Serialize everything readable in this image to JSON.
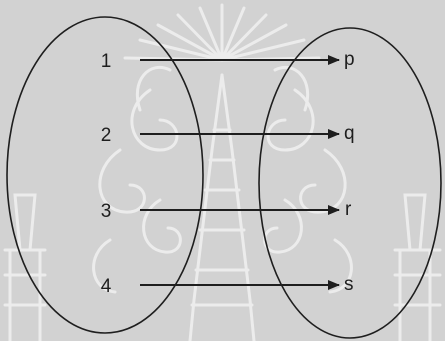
{
  "mapping": {
    "domain": [
      "1",
      "2",
      "3",
      "4"
    ],
    "codomain": [
      "p",
      "q",
      "r",
      "s"
    ],
    "pairs": [
      {
        "from": "1",
        "to": "p"
      },
      {
        "from": "2",
        "to": "q"
      },
      {
        "from": "3",
        "to": "r"
      },
      {
        "from": "4",
        "to": "s"
      }
    ]
  },
  "colors": {
    "background": "#d2d2d2",
    "watermark": "#eeeeee",
    "ink": "#1e1e1e"
  },
  "icons": {
    "watermark": "royal-emblem-watermark"
  }
}
